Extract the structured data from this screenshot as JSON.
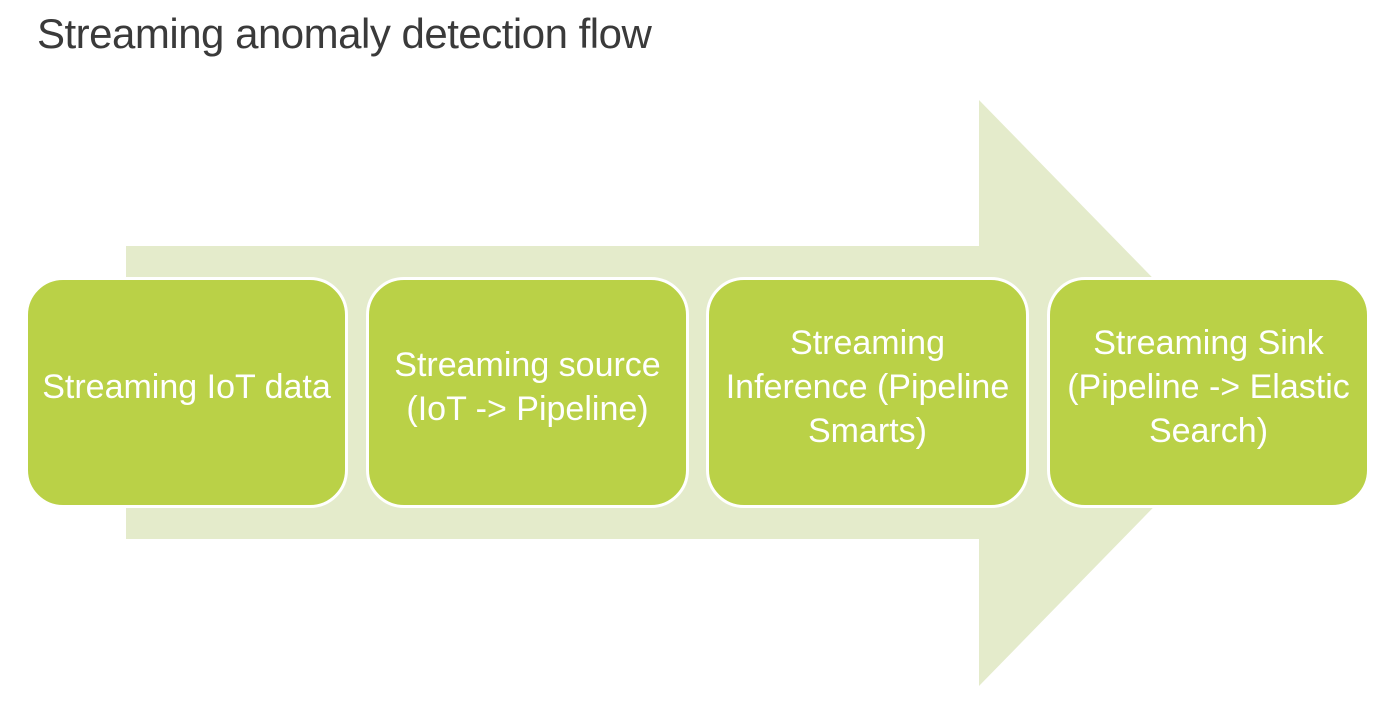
{
  "title": "Streaming anomaly detection flow",
  "colors": {
    "step_fill": "#bad147",
    "arrow_fill": "#e4ebcb",
    "step_text": "#ffffff",
    "title_text": "#3a3a3a"
  },
  "flow": {
    "direction": "left-to-right",
    "steps": [
      {
        "label": "Streaming IoT data"
      },
      {
        "label": "Streaming source (IoT -> Pipeline)"
      },
      {
        "label": "Streaming Inference (Pipeline Smarts)"
      },
      {
        "label": "Streaming Sink (Pipeline -> Elastic Search)"
      }
    ]
  }
}
